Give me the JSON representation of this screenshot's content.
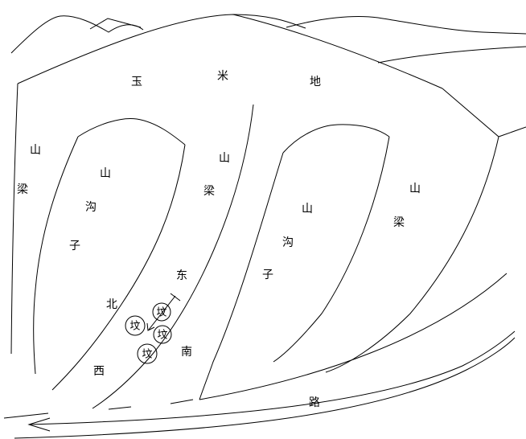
{
  "labels": {
    "yumi": "玉",
    "mi": "米",
    "di": "地",
    "left_shan": "山",
    "left_liang": "梁",
    "gully1_shan": "山",
    "gully1_gou": "沟",
    "gully1_zi": "子",
    "mid_shan": "山",
    "mid_liang": "梁",
    "gully2_shan": "山",
    "gully2_gou": "沟",
    "gully2_zi": "子",
    "right_shan": "山",
    "right_liang": "梁",
    "dong": "东",
    "bei": "北",
    "nan": "南",
    "xi": "西",
    "lu": "路"
  },
  "graves": [
    "坟",
    "坟",
    "坟",
    "坟"
  ]
}
